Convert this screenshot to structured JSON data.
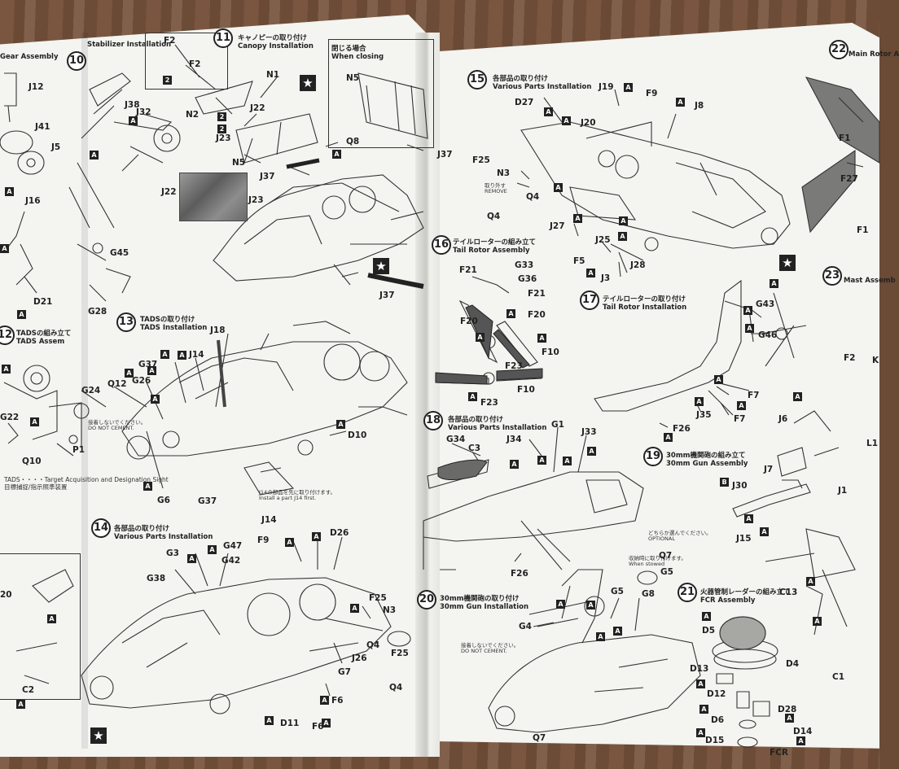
{
  "steps": [
    {
      "num": "10",
      "jp": "",
      "en": "Stabilizer Installation"
    },
    {
      "num": "11",
      "jp": "キャノピーの取り付け",
      "en": "Canopy Installation"
    },
    {
      "num": "12",
      "jp": "TADSの組み立て",
      "en": "TADS Assem"
    },
    {
      "num": "13",
      "jp": "TADSの取り付け",
      "en": "TADS Installation"
    },
    {
      "num": "14",
      "jp": "各部品の取り付け",
      "en": "Various Parts Installation"
    },
    {
      "num": "15",
      "jp": "各部品の取り付け",
      "en": "Various Parts Installation"
    },
    {
      "num": "16",
      "jp": "テイルローターの組み立て",
      "en": "Tail Rotor Assembly"
    },
    {
      "num": "17",
      "jp": "テイルローターの取り付け",
      "en": "Tail Rotor Installation"
    },
    {
      "num": "18",
      "jp": "各部品の取り付け",
      "en": "Various Parts Installation"
    },
    {
      "num": "19",
      "jp": "30mm機関砲の組み立て",
      "en": "30mm Gun Assembly"
    },
    {
      "num": "20",
      "jp": "30mm機関砲の取り付け",
      "en": "30mm Gun Installation"
    },
    {
      "num": "21",
      "jp": "火器管制レーダーの組み立て",
      "en": "FCR Assembly"
    },
    {
      "num": "22",
      "jp": "",
      "en": "Main Rotor A"
    },
    {
      "num": "23",
      "jp": "",
      "en": "Mast Assemb"
    }
  ],
  "header_left": "Gear Assembly",
  "when_closing": {
    "jp": "閉じる場合",
    "en": "When closing"
  },
  "tads_caption": "TADS・・・・Target Acquisition and Designation Sight\n目標捕捉/指示照準装置",
  "j14_note": "J14の部品を先に取り付けます。\nInstall a part J14 first.",
  "do_not_cement": "接着しないでください。\nDO NOT CEMENT.",
  "optional": "どちらか選んでください。\nOPTIONAL",
  "when_stowed": "収納時に取り付けます。\nWhen stowed",
  "remove": "取り外す\nREMOVE",
  "part_labels": {
    "f2a": "F2",
    "f2b": "F2",
    "n1": "N1",
    "n2": "N2",
    "j22a": "J22",
    "j23a": "J23",
    "n5a": "N5",
    "n5b": "N5",
    "j37a": "J37",
    "j37b": "J37",
    "q8": "Q8",
    "j22b": "J22",
    "j23b": "J23",
    "j37c": "J37",
    "j38": "J38",
    "j32": "J32",
    "g45": "G45",
    "g28": "G28",
    "j12": "J12",
    "j41": "J41",
    "j5": "J5",
    "j16": "J16",
    "d21": "D21",
    "j18": "J18",
    "g37a": "G37",
    "j14a": "J14",
    "q12": "Q12",
    "g26": "G26",
    "g24": "G24",
    "g22": "G22",
    "q10": "Q10",
    "p1": "P1",
    "d10": "D10",
    "g6": "G6",
    "g37b": "G37",
    "j14b": "J14",
    "f9a": "F9",
    "d26": "D26",
    "g3": "G3",
    "g47": "G47",
    "g42": "G42",
    "g38": "G38",
    "f25a": "F25",
    "n3a": "N3",
    "q4a": "Q4",
    "j26": "J26",
    "g7": "G7",
    "f6a": "F6",
    "f6b": "F6",
    "d11": "D11",
    "f25b": "F25",
    "q4b": "Q4",
    "c2": "C2",
    "q9": "20",
    "j19": "J19",
    "f9b": "F9",
    "d27": "D27",
    "j20": "J20",
    "j8": "J8",
    "f25c": "F25",
    "n3b": "N3",
    "q4c": "Q4",
    "q4d": "Q4",
    "j27": "J27",
    "j25": "J25",
    "f5": "F5",
    "j3": "J3",
    "j28": "J28",
    "f21a": "F21",
    "g33": "G33",
    "g36": "G36",
    "f21b": "F21",
    "f20a": "F20",
    "f20b": "F20",
    "f10a": "F10",
    "f23a": "F23",
    "f23b": "F23",
    "f10b": "F10",
    "g43": "G43",
    "g46": "G46",
    "f7a": "F7",
    "f7b": "F7",
    "j35": "J35",
    "f26a": "F26",
    "g34": "G34",
    "c3": "C3",
    "j34": "J34",
    "g1": "G1",
    "j33": "J33",
    "f26b": "F26",
    "j6": "J6",
    "j7": "J7",
    "j30": "J30",
    "j15": "J15",
    "j1": "J1",
    "c13": "C13",
    "c1": "C1",
    "q7a": "Q7",
    "g5": "G5",
    "g4": "G4",
    "g5b": "G5",
    "g8": "G8",
    "q7b": "Q7",
    "d5": "D5",
    "d4": "D4",
    "d13": "D13",
    "d12": "D12",
    "d28": "D28",
    "d6": "D6",
    "d14": "D14",
    "d15": "D15",
    "fcr": "FCR",
    "f27": "F27",
    "f1a": "F1",
    "f1b": "F1",
    "l1": "L1",
    "k": "K",
    "f2c": "F2"
  }
}
